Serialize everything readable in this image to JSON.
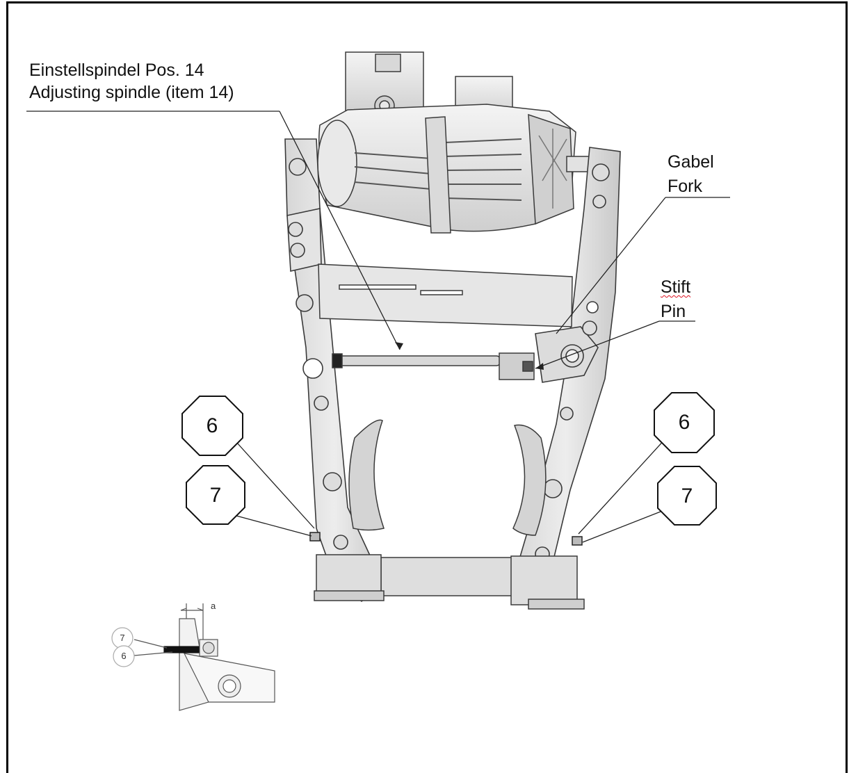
{
  "labels": {
    "spindle_de": "Einstellspindel Pos. 14",
    "spindle_en": "Adjusting spindle (item 14)",
    "fork_de": "Gabel",
    "fork_en": "Fork",
    "pin_de": "Stift",
    "pin_en": "Pin"
  },
  "callouts": {
    "left_upper": "6",
    "left_lower": "7",
    "right_upper": "6",
    "right_lower": "7"
  },
  "inset": {
    "dimension": "a",
    "item_top": "7",
    "item_bottom": "6"
  },
  "colors": {
    "part_fill": "#e4e4e4",
    "part_shade": "#c9c9c9",
    "outline": "#3a3a3a"
  }
}
